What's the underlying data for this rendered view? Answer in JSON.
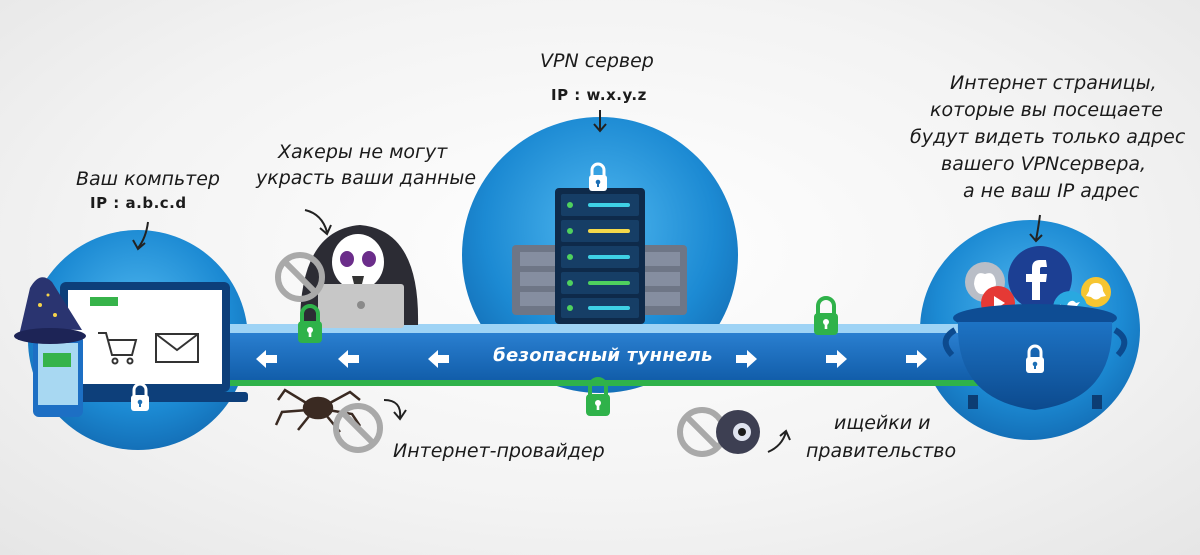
{
  "labels": {
    "your_computer": "Ваш компьтер",
    "your_ip": "IP : a.b.c.d",
    "hackers_line1": "Хакеры не могут",
    "hackers_line2": "украсть ваши данные",
    "vpn_server": "VPN сервер",
    "vpn_ip": "IP : w.x.y.z",
    "sites_line1": "Интернет страницы,",
    "sites_line2": "которые вы посещаете",
    "sites_line3": "будут видеть только адрес",
    "sites_line4": "вашего VPNсервера,",
    "sites_line5": "а не ваш IP адрес",
    "tunnel": "безопасный туннель",
    "isp": "Интернет-провайдер",
    "snoop_line1": "ищейки и",
    "snoop_line2": "правительство"
  },
  "colors": {
    "tunnel_blue": "#1565b7",
    "circle_blue": "#1e8fd6",
    "lock_green": "#2fb24a",
    "arrow_white": "#ffffff"
  },
  "icons": [
    "wizard-hat-icon",
    "laptop-icon",
    "phone-icon",
    "cart-icon",
    "mail-icon",
    "lock-icon",
    "hacker-skull-icon",
    "spider-icon",
    "eye-icon",
    "server-rack-icon",
    "facebook-icon",
    "twitter-icon",
    "youtube-icon",
    "apple-icon",
    "snapchat-icon",
    "cauldron-icon",
    "no-entry-icon",
    "curved-arrow-icon"
  ]
}
